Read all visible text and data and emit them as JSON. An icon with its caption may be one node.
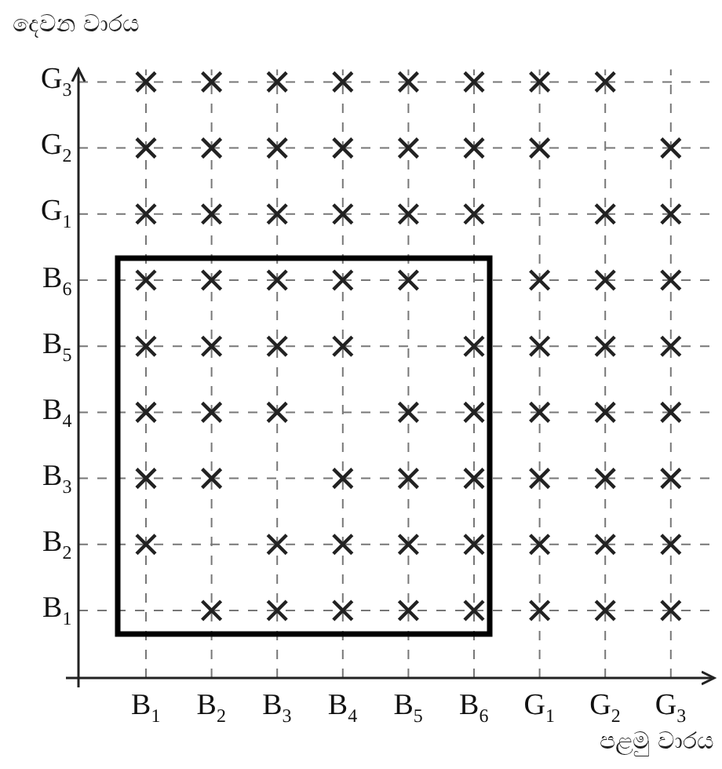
{
  "diagram": {
    "labels": [
      "දෙවන වාරය",
      "G$_{3}$",
      "G$_{2}$",
      "G$_{1}$",
      "B$_{6}$",
      "B$_{5}$",
      "B$_{4}$",
      "B$_{3}$",
      "B$_{2}$",
      "B$_{1}$",
      "B$_{1}$",
      "B$_{2}$",
      "B$_{3}$",
      "B$_{4}$",
      "B$_{5}$",
      "B$_{6}$",
      "G$_{1}$",
      "G$_{2}$",
      "G$_{3}$",
      "පළමු වාරය"
    ]
  }
}
